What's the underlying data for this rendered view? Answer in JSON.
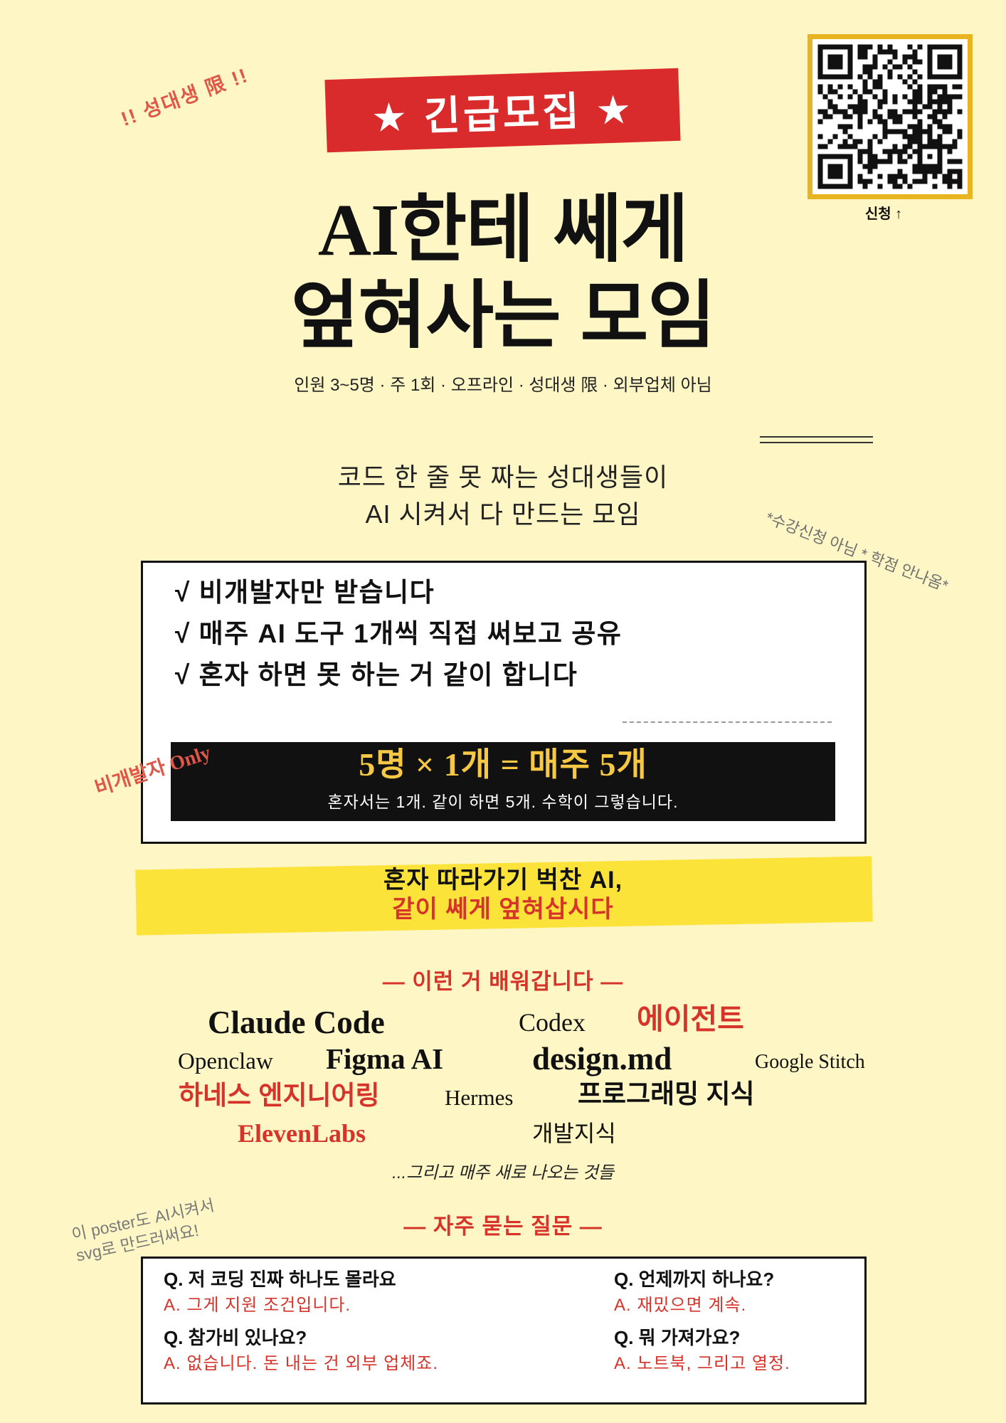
{
  "colors": {
    "background": "#FFF6C5",
    "banner_red": "#D92B2B",
    "accent_red": "#D6332A",
    "note_red": "#E0574A",
    "highlight_yellow": "#FCE33A",
    "formula_yellow": "#F7C843",
    "qr_border": "#E8B420",
    "note_gray": "#707070",
    "ink": "#111111"
  },
  "corner_note": "!! 성대생 限 !!",
  "banner": "★ 긴급모집 ★",
  "qr": {
    "icon": "qr-code-icon",
    "caption": "신청 ↑"
  },
  "title": {
    "line1_latin": "AI",
    "line1_korean": "한테 쎄게",
    "line2": "엎혀사는 모임"
  },
  "info_line": "인원 3~5명 · 주 1회 · 오프라인 · 성대생 限 · 외부업체 아님",
  "tagline": {
    "line1": "코드 한 줄 못 짜는 성대생들이",
    "line2": "AI 시켜서 다 만드는 모임"
  },
  "side_note": "*수강신청 아님 * 학점 안나옴*",
  "checklist": [
    "√ 비개발자만 받습니다",
    "√ 매주 AI 도구 1개씩 직접 써보고 공유",
    "√ 혼자 하면 못 하는 거 같이 합니다"
  ],
  "formula": {
    "main": "5명 × 1개 = 매주 5개",
    "sub": "혼자서는 1개. 같이 하면 5개. 수학이 그렇습니다."
  },
  "stamp": "비개발자 Only",
  "highlight": {
    "line1": "혼자 따라가기 벅찬 AI,",
    "line2": "같이 쎄게 엎혀삽시다"
  },
  "learn": {
    "heading": "— 이런 거 배워갑니다 —",
    "keywords": [
      "Claude Code",
      "Codex",
      "에이전트",
      "Openclaw",
      "Figma AI",
      "design.md",
      "Google Stitch",
      "하네스 엔지니어링",
      "Hermes",
      "프로그래밍 지식",
      "ElevenLabs",
      "개발지식"
    ],
    "footer": "...그리고 매주 새로 나오는 것들"
  },
  "author_note": {
    "line1": "이 poster도 AI시켜서",
    "line2": "svg로 만드러써요!"
  },
  "faq": {
    "heading": "— 자주 묻는 질문 —",
    "items": [
      {
        "q": "Q. 저 코딩 진짜 하나도 몰라요",
        "a": "A. 그게 지원 조건입니다."
      },
      {
        "q": "Q. 언제까지 하나요?",
        "a": "A. 재밌으면 계속."
      },
      {
        "q": "Q. 참가비 있나요?",
        "a": "A. 없습니다. 돈 내는 건 외부 업체죠."
      },
      {
        "q": "Q. 뭐 가져가요?",
        "a": "A. 노트북, 그리고 열정."
      }
    ]
  }
}
